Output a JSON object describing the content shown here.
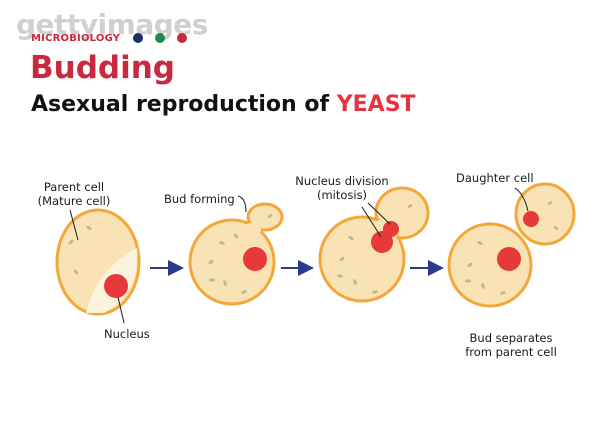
{
  "watermark": "gettyimages",
  "header": {
    "category": "MICROBIOLOGY",
    "title": "Budding",
    "subtitle_prefix": "Asexual reproduction of ",
    "subtitle_highlight": "YEAST"
  },
  "labels": {
    "parent_cell_line1": "Parent cell",
    "parent_cell_line2": "(Mature cell)",
    "nucleus": "Nucleus",
    "bud_forming": "Bud forming",
    "nucleus_division_line1": "Nucleus division",
    "nucleus_division_line2": "(mitosis)",
    "daughter_cell": "Daughter cell",
    "bud_separates_line1": "Bud separates",
    "bud_separates_line2": "from parent cell"
  },
  "colors": {
    "brand_red": "#c9283e",
    "dot_navy": "#1d2e6e",
    "dot_green": "#1f8a4c",
    "dot_red": "#c9283e",
    "cell_fill": "#f9e3b5",
    "cell_stroke": "#f3a73b",
    "nucleus": "#e8393a",
    "arrow": "#2a3a8f"
  }
}
